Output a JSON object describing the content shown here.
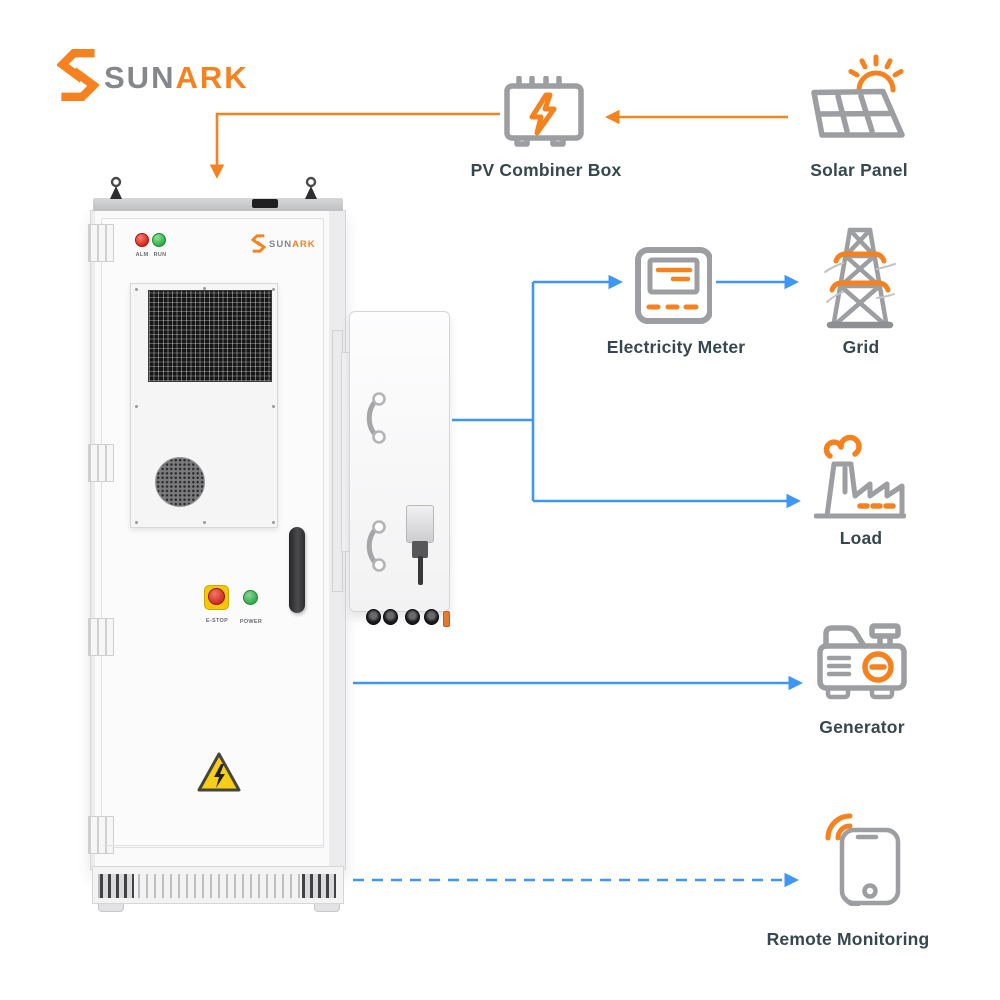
{
  "brand": {
    "prefix": "SUN",
    "suffix": "ARK"
  },
  "colors": {
    "orange": "#F5821F",
    "blue": "#3E97F5",
    "icon_gray": "#9C9EA1",
    "icon_gray_dark": "#8D8F92",
    "label_text": "#37474F",
    "logo_gray": "#85878A"
  },
  "cabinet": {
    "alm_label": "ALM",
    "run_label": "RUN",
    "estop_label": "E-STOP",
    "power_label": "POWER"
  },
  "nodes": {
    "pv_combiner": {
      "label": "PV Combiner Box",
      "icon": "combiner-box-icon"
    },
    "solar_panel": {
      "label": "Solar Panel",
      "icon": "solar-panel-icon"
    },
    "electricity_meter": {
      "label": "Electricity Meter",
      "icon": "electricity-meter-icon"
    },
    "grid": {
      "label": "Grid",
      "icon": "transmission-tower-icon"
    },
    "load": {
      "label": "Load",
      "icon": "factory-icon"
    },
    "generator": {
      "label": "Generator",
      "icon": "generator-icon"
    },
    "remote_monitoring": {
      "label": "Remote Monitoring",
      "icon": "phone-wifi-icon"
    }
  },
  "connections": {
    "solar_to_combiner": "solid-orange-arrow",
    "combiner_to_cabinet": "solid-orange-arrow",
    "inverter_to_meter": "solid-blue-arrow",
    "meter_to_grid": "solid-blue-arrow",
    "inverter_to_load": "solid-blue-arrow",
    "cabinet_to_generator": "solid-blue-arrow",
    "cabinet_to_remote": "dashed-blue-arrow"
  }
}
